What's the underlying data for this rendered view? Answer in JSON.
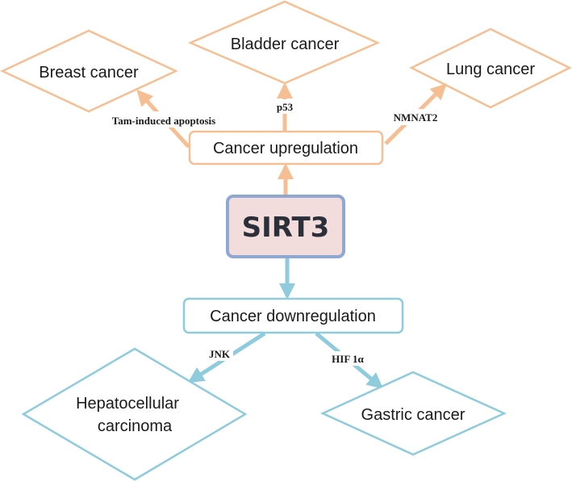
{
  "colors": {
    "upregulation": "#f6bf93",
    "downregulation": "#8ecbdc",
    "center_fill": "#f3dcdc",
    "center_border": "#8fa8d2"
  },
  "center": {
    "label": "SIRT3"
  },
  "upregulation": {
    "label": "Cancer upregulation",
    "targets": [
      {
        "label": "Breast cancer",
        "edge_label": "Tam-induced apoptosis"
      },
      {
        "label": "Bladder cancer",
        "edge_label": "p53"
      },
      {
        "label": "Lung cancer",
        "edge_label": "NMNAT2"
      }
    ]
  },
  "downregulation": {
    "label": "Cancer downregulation",
    "targets": [
      {
        "label_line1": "Hepatocellular",
        "label_line2": "carcinoma",
        "edge_label": "JNK"
      },
      {
        "label": "Gastric cancer",
        "edge_label": "HIF 1α"
      }
    ]
  }
}
